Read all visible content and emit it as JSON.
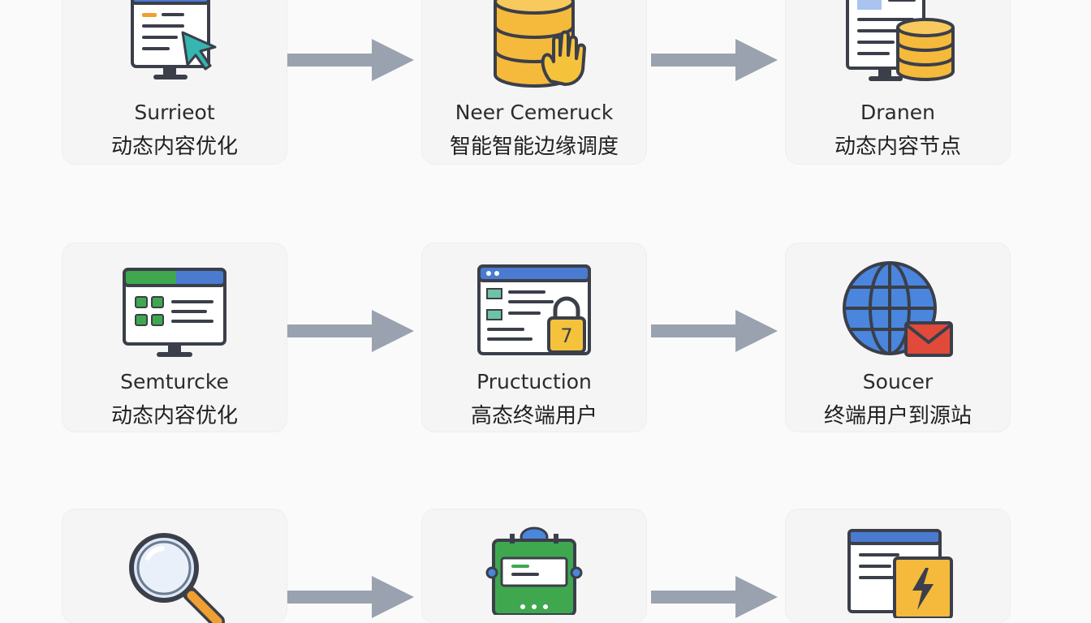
{
  "rows": [
    [
      {
        "icon": "monitor-cursor-icon",
        "title": "Surrieot",
        "subtitle": "动态内容优化"
      },
      {
        "icon": "database-hand-icon",
        "title": "Neer Cemeruck",
        "subtitle": "智能智能边缘调度"
      },
      {
        "icon": "document-database-icon",
        "title": "Dranen",
        "subtitle": "动态内容节点"
      }
    ],
    [
      {
        "icon": "dashboard-monitor-icon",
        "title": "Semturcke",
        "subtitle": "动态内容优化"
      },
      {
        "icon": "browser-lock-icon",
        "title": "Pructuction",
        "subtitle": "高态终端用户",
        "lock_label": "7"
      },
      {
        "icon": "globe-mail-icon",
        "title": "Soucer",
        "subtitle": "终端用户到源站"
      }
    ],
    [
      {
        "icon": "magnifier-icon",
        "title": "",
        "subtitle": ""
      },
      {
        "icon": "server-icon",
        "title": "",
        "subtitle": ""
      },
      {
        "icon": "document-lightning-icon",
        "title": "",
        "subtitle": ""
      }
    ]
  ],
  "colors": {
    "blue": "#4a7bd1",
    "green": "#3fa84f",
    "orange": "#f0a030",
    "yellow": "#f5c23c",
    "teal": "#35b6b0",
    "red": "#e04a3a",
    "arrow": "#9aa2af",
    "outline": "#3b3f4a"
  }
}
